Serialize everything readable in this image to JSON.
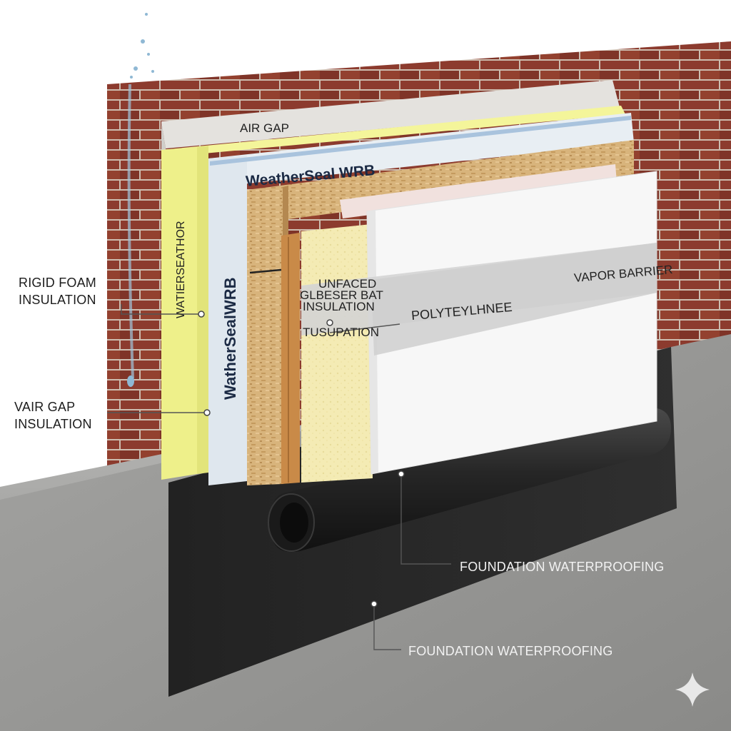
{
  "labels": {
    "air_gap": "AIR GAP",
    "wrb_brand": "WeatherSeal WRB",
    "rigid_foam": [
      "RIGID FOAM",
      "INSULATION"
    ],
    "vair_gap": [
      "VAIR GAP",
      "INSULATION"
    ],
    "foam_vertical": "WATIERSEATHOR",
    "wrb_vertical": "WatherSealWRB",
    "batt_lines": [
      "UNFACED",
      "GLBESER BAT",
      "INSULATION"
    ],
    "tusupation": "TUSUPATION",
    "polyethylene": "POLYTEYLHNEE",
    "vapor_barrier": "VAPOR BARRIER",
    "foundation_wp_1": "FOUNDATION WATERPROOFING",
    "foundation_wp_2": "FOUNDATION WATERPROOFING"
  },
  "colors": {
    "brick": "#8c3b2e",
    "mortar": "#cdbdb0",
    "concrete": "#9a9a98",
    "foam": "#eef08a",
    "wrb": "#dfe7ee",
    "osb": "#d8b47c",
    "batt": "#f4ebb4",
    "drywall": "#f7f7f7",
    "membrane": "#2b2b2b"
  },
  "icons": {
    "corner_mark": "sparkle-icon"
  }
}
